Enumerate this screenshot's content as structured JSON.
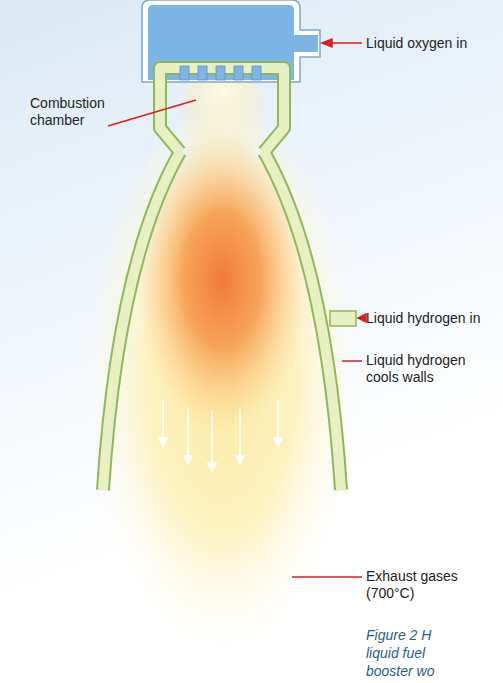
{
  "diagram": {
    "caption": "Figure 2 H liquid fuel booster wo",
    "labels": [
      "Liquid oxygen in",
      "Combustion chamber",
      "Liquid hydrogen in",
      "Liquid hydrogen cools walls",
      "Exhaust gases (700°C)"
    ]
  }
}
